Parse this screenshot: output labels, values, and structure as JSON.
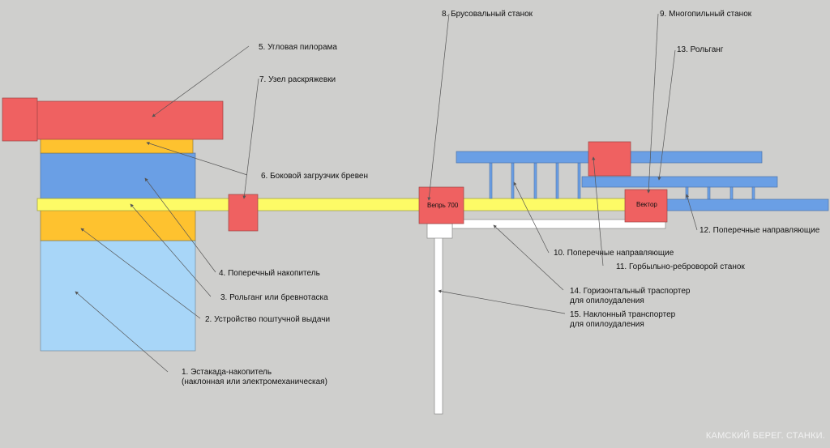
{
  "colors": {
    "background": "#cfcfcd",
    "red": "#ef6161",
    "orange": "#fec22f",
    "blue": "#6a9fe5",
    "light_blue": "#a8d6f8",
    "yellow": "#fdfb66",
    "white": "#ffffff",
    "leader": "#555555"
  },
  "labels": {
    "l1_line1": "1. Эстакада-накопитель",
    "l1_line2": "(наклонная или электромеханическая)",
    "l2": "2. Устройство поштучной выдачи",
    "l3": "3. Рольганг или бревнотаска",
    "l4": "4. Поперечный накопитель",
    "l5": "5. Угловая пилорама",
    "l6": "6. Боковой загрузчик бревен",
    "l7": "7. Узел раскряжевки",
    "l8": "8. Брусовальный станок",
    "l9": "9. Многопильный станок",
    "l10": "10. Поперечные направляющие",
    "l11": "11. Горбыльно-реброворой станок",
    "l12": "12. Поперечные направляющие",
    "l13": "13. Рольганг",
    "l14_line1": "14. Горизонтальный траспортер",
    "l14_line2": "для опилоудаления",
    "l15_line1": "15. Наклонный транспортер",
    "l15_line2": "для опилоудаления"
  },
  "machines": {
    "veper": "Вепрь 700",
    "vektor": "Вектор"
  },
  "watermark": "КАМСКИЙ БЕРЕГ. СТАНКИ."
}
